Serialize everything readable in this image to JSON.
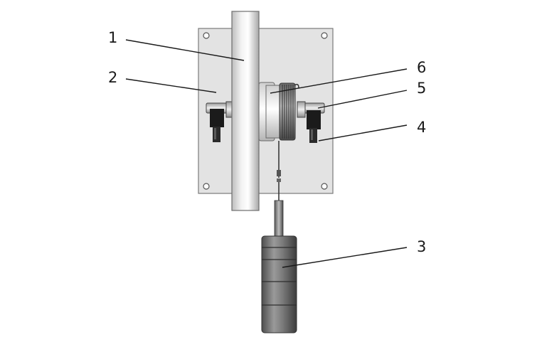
{
  "diagram": {
    "callouts": [
      {
        "id": "c1",
        "number": "1",
        "target": "flywheel-disk"
      },
      {
        "id": "c2",
        "number": "2",
        "target": "mounting-plate"
      },
      {
        "id": "c6",
        "number": "6",
        "target": "string-drum"
      },
      {
        "id": "c5",
        "number": "5",
        "target": "right-bearing"
      },
      {
        "id": "c4",
        "number": "4",
        "target": "right-bearing-bracket"
      },
      {
        "id": "c3",
        "number": "3",
        "target": "hanging-weight"
      }
    ]
  }
}
